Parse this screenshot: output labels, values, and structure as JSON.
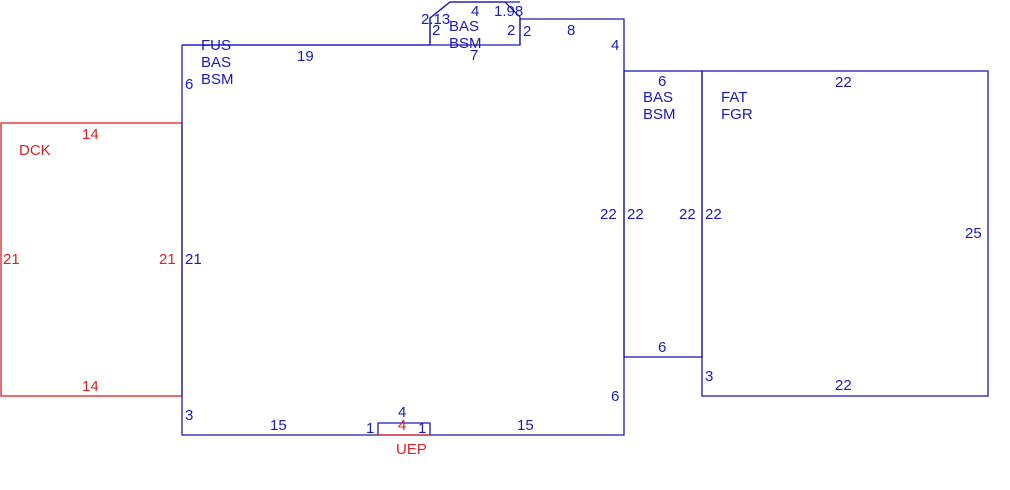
{
  "colors": {
    "main": "#1a1ab8",
    "accent": "#e02020",
    "background": "#ffffff"
  },
  "main_area": {
    "codes": [
      "FUS",
      "BAS",
      "BSM"
    ],
    "top_left_dim": "19",
    "left_top_dim": "6",
    "left_dim": "21",
    "left_bottom_dim": "3",
    "bottom_left_dim": "15",
    "bottom_right_dim": "15",
    "right_top_dim": "4",
    "right_dim": "22",
    "right_bottom_dim": "6",
    "top_right_dim": "8"
  },
  "bay": {
    "codes": [
      "BAS",
      "BSM"
    ],
    "dim_left_diag": "2.13",
    "dim_left": "2",
    "dim_top": "4",
    "dim_right_diag": "1.98",
    "dim_right_inner": "2",
    "dim_right_outer": "2",
    "dim_bottom": "7"
  },
  "middle_section": {
    "codes": [
      "BAS",
      "BSM"
    ],
    "top_dim": "6",
    "left_dim": "22",
    "right_dim": "22",
    "bottom_dim": "6"
  },
  "right_section": {
    "codes": [
      "FAT",
      "FGR"
    ],
    "top_dim": "22",
    "left_dim": "22",
    "right_dim": "25",
    "bottom_dim": "22",
    "left_bottom_dim": "3"
  },
  "deck": {
    "code": "DCK",
    "top_dim": "14",
    "bottom_dim": "14",
    "left_dim": "21",
    "right_dim": "21"
  },
  "uep": {
    "code": "UEP",
    "blue_dim": "4",
    "red_dim": "4",
    "left_dim": "1",
    "right_dim": "1"
  }
}
